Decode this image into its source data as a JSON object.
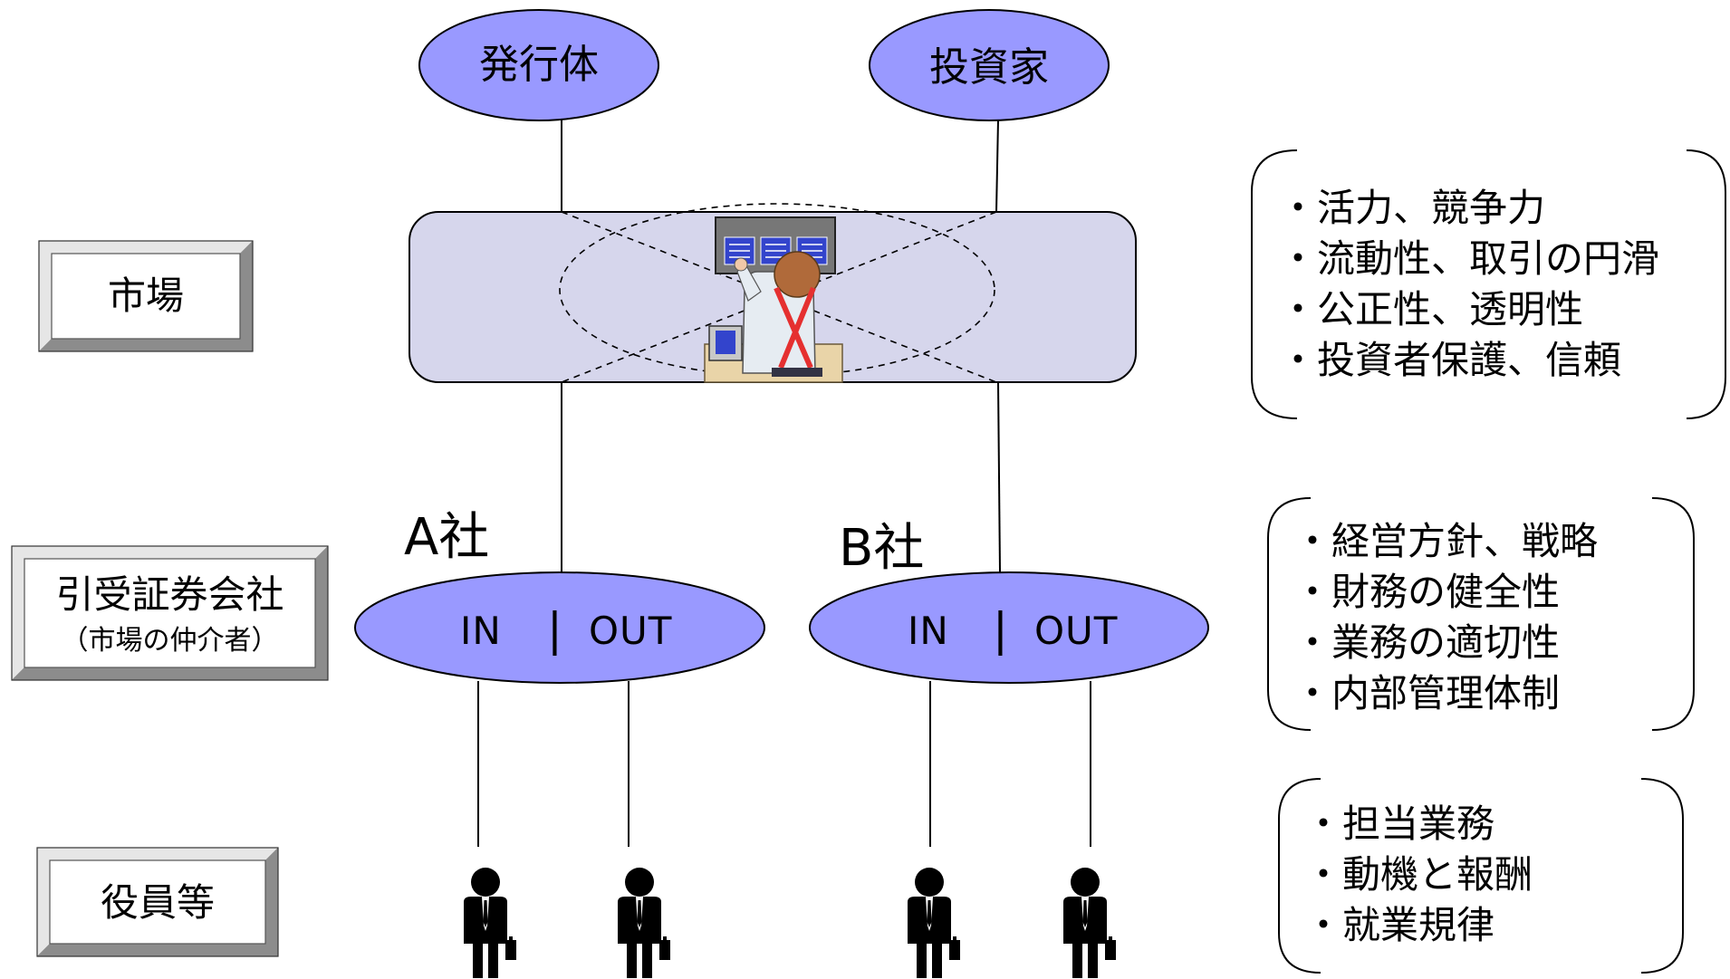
{
  "top": {
    "issuer": "発行体",
    "investor": "投資家"
  },
  "levels": {
    "market": "市場",
    "underwriter": "引受証券会社",
    "underwriter_sub": "（市場の仲介者）",
    "officers": "役員等"
  },
  "companies": [
    {
      "name": "A社",
      "in_label": "IN",
      "sep": "|",
      "out_label": "OUT"
    },
    {
      "name": "B社",
      "in_label": "IN",
      "sep": "|",
      "out_label": "OUT"
    }
  ],
  "notes": {
    "market": [
      "・活力、競争力",
      "・流動性、取引の円滑",
      "・公正性、透明性",
      "・投資者保護、信頼"
    ],
    "underwriter": [
      "・経営方針、戦略",
      "・財務の健全性",
      "・業務の適切性",
      "・内部管理体制"
    ],
    "officers": [
      "・担当業務",
      "・動機と報酬",
      "・就業規律"
    ]
  },
  "colors": {
    "oval_fill": "#9999ff",
    "market_band_fill": "#d6d6ec",
    "bevel_light": "#e6e6e6",
    "bevel_dark": "#4d4d4d",
    "screen_blue": "#3344cc",
    "shirt_suspenders": "#e53030"
  },
  "icons": [
    "trader-at-terminal-clipart",
    "businessman-icon"
  ]
}
